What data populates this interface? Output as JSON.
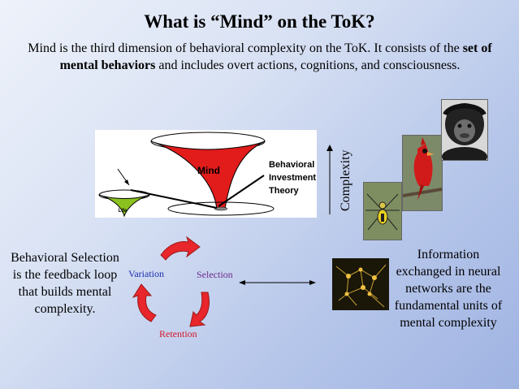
{
  "title": "What is “Mind” on the ToK?",
  "intro": {
    "part1": "Mind is  the third dimension of behavioral complexity on the ToK. It consists of the ",
    "bold": "set of mental behaviors",
    "part2": " and includes overt actions, cognitions, and consciousness."
  },
  "tok_diagram": {
    "mind_label": "Mind",
    "life_label": "Life",
    "bit_line1": "Behavioral",
    "bit_line2": "Investment",
    "bit_line3": "Theory"
  },
  "complexity_axis_label": "Complexity",
  "cycle": {
    "variation": "Variation",
    "selection": "Selection",
    "retention": "Retention"
  },
  "left_text": "Behavioral Selection is the feedback loop that builds mental complexity.",
  "right_text": "Information exchanged in neural networks are the fundamental units of mental complexity",
  "colors": {
    "mind_cone": "#e21b1b",
    "life_cone": "#8cc21f",
    "cycle_arrows": "#e8262b",
    "variation": "#1f2fb0",
    "selection": "#6a2a8a",
    "retention": "#d4182a"
  }
}
